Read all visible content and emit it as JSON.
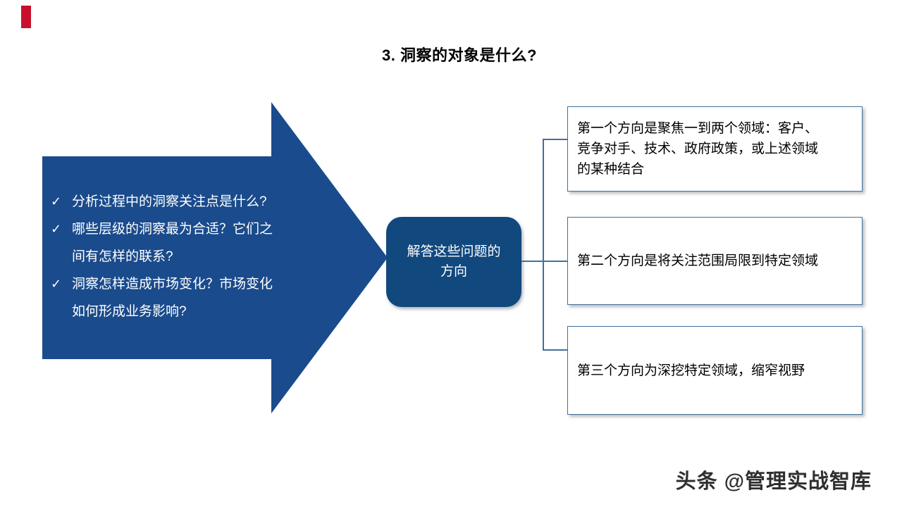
{
  "slide": {
    "title": "3. 洞察的对象是什么?",
    "watermark": "头条 @管理实战智库"
  },
  "colors": {
    "arrow_blue": "#1a4b8c",
    "hub_blue": "#11487e",
    "box_border": "#41719c",
    "connector": "#41719c",
    "accent_red": "#c8102e"
  },
  "arrow": {
    "check_glyph": "✓",
    "items": [
      {
        "text": "分析过程中的洞察关注点是什么?"
      },
      {
        "text": "哪些层级的洞察最为合适？它们之\n间有怎样的联系?"
      },
      {
        "text": "洞察怎样造成市场变化？市场变化\n如何形成业务影响?"
      }
    ]
  },
  "hub": {
    "label": "解答这些问题的\n方向"
  },
  "branches": [
    {
      "text": "第一个方向是聚焦一到两个领域：客户、\n竞争对手、技术、政府政策，或上述领域\n的某种结合"
    },
    {
      "text": "第二个方向是将关注范围局限到特定领域"
    },
    {
      "text": "第三个方向为深挖特定领域，缩窄视野"
    }
  ]
}
